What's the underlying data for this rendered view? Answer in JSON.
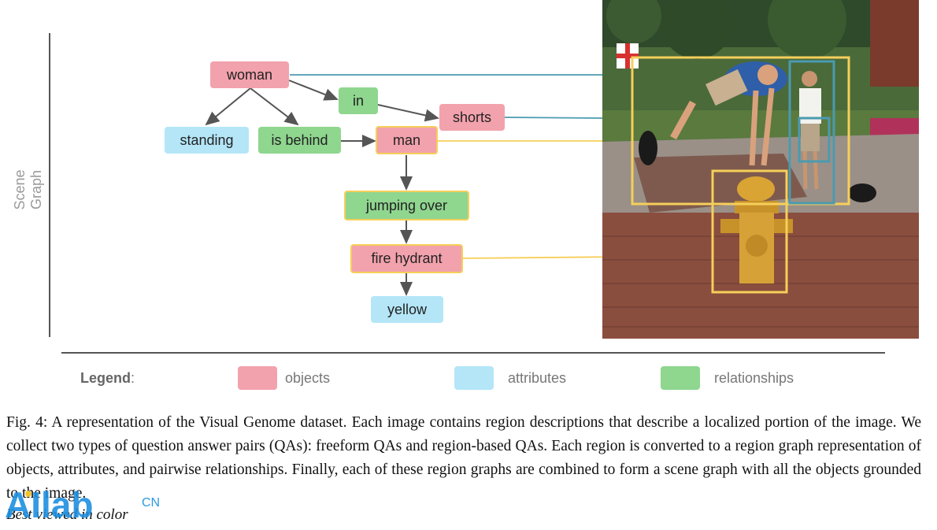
{
  "figure": {
    "scene_graph_label": "Scene Graph",
    "nodes": {
      "woman": "woman",
      "in": "in",
      "shorts": "shorts",
      "standing": "standing",
      "is_behind": "is behind",
      "man": "man",
      "jumping_over": "jumping over",
      "fire_hydrant": "fire hydrant",
      "yellow": "yellow"
    },
    "legend": {
      "title": "Legend",
      "colon": ":",
      "objects": "objects",
      "attributes": "attributes",
      "relationships": "relationships"
    },
    "colors": {
      "objects": "#f2a2ad",
      "attributes": "#b4e6f8",
      "relationships": "#8fd68f",
      "region_yellow": "#f6cf5a",
      "region_teal": "#4a9bb0"
    }
  },
  "caption": {
    "text": "Fig. 4: A representation of the Visual Genome dataset. Each image contains region descriptions that describe a localized portion of the image. We collect two types of question answer pairs (QAs): freeform QAs and region-based QAs. Each region is converted to a region graph representation of objects, attributes, and pairwise relationships. Finally, each of these region graphs are combined to form a scene graph with all the objects grounded to the image.",
    "best_viewed": "Best viewed in color"
  },
  "watermark": {
    "brand": "AIlab",
    "suffix": "CN"
  }
}
